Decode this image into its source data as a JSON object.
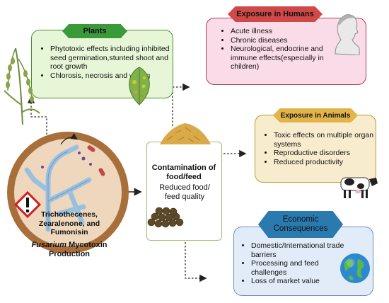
{
  "plants": {
    "title": "Plants",
    "items": [
      "Phytotoxic effects including inhibited seed germination,stunted shoot and root growth",
      "Chlorosis, necrosis and wilting"
    ]
  },
  "humans": {
    "title": "Exposure in Humans",
    "items": [
      "Acute illness",
      "Chronic diseases",
      "Neurological, endocrine and immune effects(especially in children)"
    ]
  },
  "animals": {
    "title": "Exposure in Animals",
    "items": [
      "Toxic effects on multiple organ systems",
      "Reproductive disorders",
      "Reduced productivity"
    ]
  },
  "economic": {
    "title": "Economic Consequences",
    "items": [
      "Domestic/International trade barriers",
      "Processing and feed challenges",
      "Loss of market value"
    ]
  },
  "contamination": {
    "title": "Contamination of food/feed",
    "subtitle": "Reduced food/ feed quality"
  },
  "source": {
    "toxins": "Trichothecenes, Zearalenone, and Fumonisin",
    "genus": "Fusarium",
    "label": "Mycotoxin Production"
  },
  "icons": {
    "hazard": "exclamation-hazard-icon",
    "person": "human-head-icon",
    "cow": "cow-icon",
    "globe": "globe-icon",
    "leaf": "leaf-icon",
    "wheat": "wheat-plant-icon",
    "grain": "grain-pile-icon",
    "pellets": "feed-pellets-icon"
  },
  "colors": {
    "plants_bg": "#e8f6d8",
    "plants_border": "#4a8c2a",
    "plants_header": "#3a9a3a",
    "humans_bg": "#f9dce7",
    "humans_border": "#b03a5a",
    "humans_header": "#d04848",
    "animals_bg": "#f8eccf",
    "animals_border": "#b89a30",
    "animals_header": "#e3b44a",
    "economic_bg": "#e1ecf8",
    "economic_border": "#6a8fc0",
    "economic_header": "#2a7ab0",
    "source_ring": "#a86f3a",
    "source_inner": "#eed7bd"
  }
}
